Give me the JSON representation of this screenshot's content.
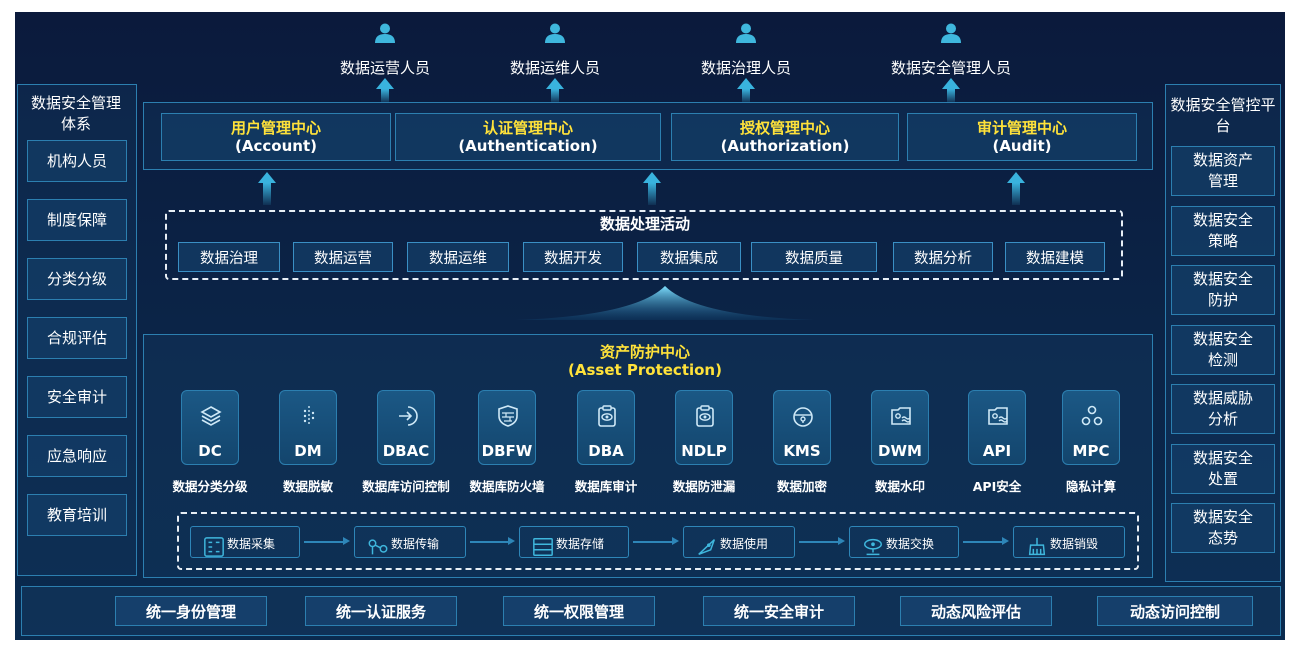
{
  "personas": [
    "数据运营人员",
    "数据运维人员",
    "数据治理人员",
    "数据安全管理人员"
  ],
  "left_panel": {
    "title": "数据安全管理体系",
    "items": [
      "机构人员",
      "制度保障",
      "分类分级",
      "合规评估",
      "安全审计",
      "应急响应",
      "教育培训"
    ]
  },
  "right_panel": {
    "title": "数据安全管控平台",
    "items": [
      "数据资产管理",
      "数据安全策略",
      "数据安全防护",
      "数据安全检测",
      "数据威胁分析",
      "数据安全处置",
      "数据安全态势"
    ]
  },
  "centers": [
    {
      "name": "用户管理中心",
      "en": "(Account)"
    },
    {
      "name": "认证管理中心",
      "en": "(Authentication)"
    },
    {
      "name": "授权管理中心",
      "en": "(Authorization)"
    },
    {
      "name": "审计管理中心",
      "en": "(Audit)"
    }
  ],
  "processing": {
    "title": "数据处理活动",
    "items": [
      "数据治理",
      "数据运营",
      "数据运维",
      "数据开发",
      "数据集成",
      "数据质量",
      "数据分析",
      "数据建模"
    ]
  },
  "asset": {
    "title": "资产防护中心",
    "subtitle": "(Asset Protection)",
    "modules": [
      {
        "code": "DC",
        "label": "数据分类分级",
        "icon": "layers-icon"
      },
      {
        "code": "DM",
        "label": "数据脱敏",
        "icon": "mask-dots-icon"
      },
      {
        "code": "DBAC",
        "label": "数据库访问控制",
        "icon": "arrow-enter-icon"
      },
      {
        "code": "DBFW",
        "label": "数据库防火墙",
        "icon": "firewall-shield-icon"
      },
      {
        "code": "DBA",
        "label": "数据库审计",
        "icon": "audit-clipboard-icon"
      },
      {
        "code": "NDLP",
        "label": "数据防泄漏",
        "icon": "leak-clipboard-icon"
      },
      {
        "code": "KMS",
        "label": "数据加密",
        "icon": "lock-icon"
      },
      {
        "code": "DWM",
        "label": "数据水印",
        "icon": "watermark-icon"
      },
      {
        "code": "API",
        "label": "API安全",
        "icon": "api-gear-icon"
      },
      {
        "code": "MPC",
        "label": "隐私计算",
        "icon": "network-nodes-icon"
      }
    ],
    "lifecycle": [
      "数据采集",
      "数据传输",
      "数据存储",
      "数据使用",
      "数据交换",
      "数据销毁"
    ]
  },
  "bottom": [
    "统一身份管理",
    "统一认证服务",
    "统一权限管理",
    "统一安全审计",
    "动态风险评估",
    "动态访问控制"
  ],
  "colors": {
    "background": "#0b2447",
    "border": "#2c7fb0",
    "highlight": "#ffe23a",
    "arrow": "#39b3de"
  }
}
